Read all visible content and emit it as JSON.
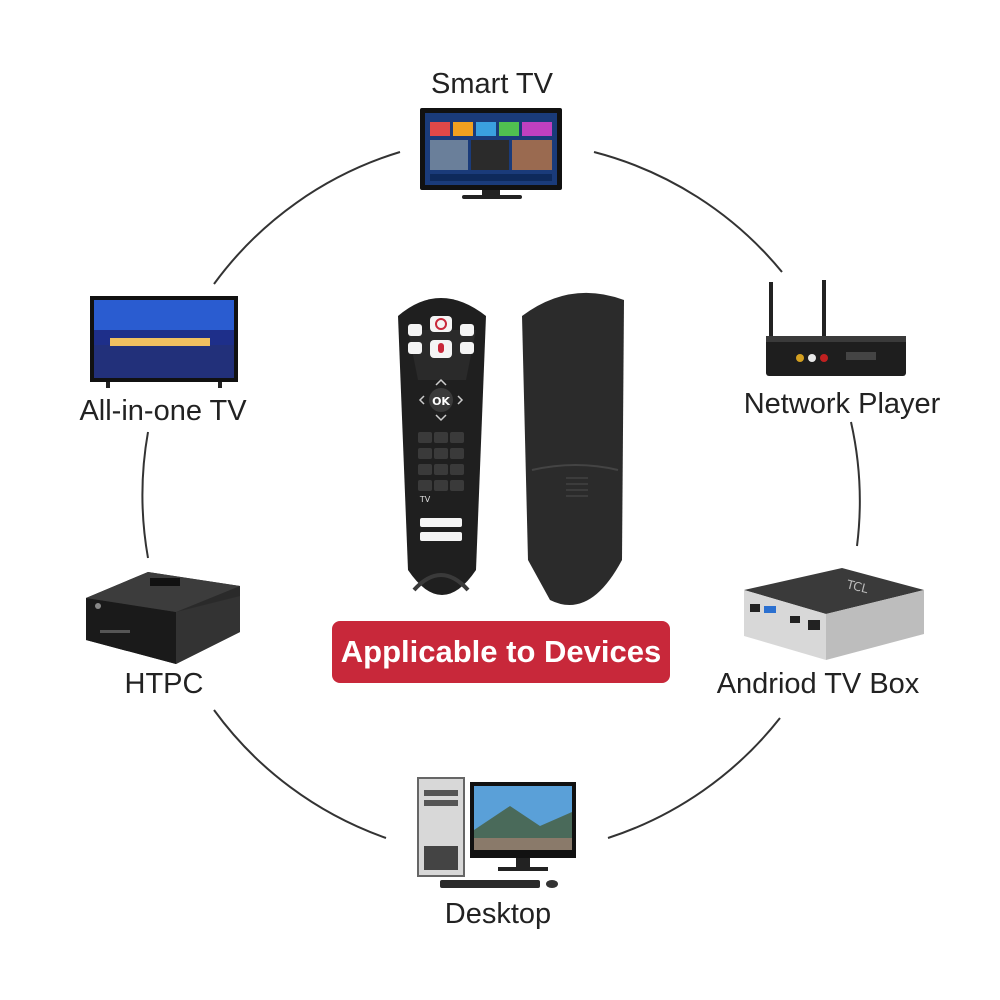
{
  "devices": {
    "smart_tv": {
      "label": "Smart TV",
      "icon": "smart-tv-icon"
    },
    "network_player": {
      "label": "Network Player",
      "icon": "network-player-icon"
    },
    "android_box": {
      "label": "Andriod TV Box",
      "icon": "android-tv-box-icon",
      "brand_mark": "TCL"
    },
    "desktop": {
      "label": "Desktop",
      "icon": "desktop-computer-icon"
    },
    "htpc": {
      "label": "HTPC",
      "icon": "htpc-case-icon"
    },
    "all_in_one": {
      "label": "All-in-one TV",
      "icon": "all-in-one-tv-icon"
    }
  },
  "remote": {
    "ok_label": "OK",
    "tv_key": "TV"
  },
  "badge": {
    "text": "Applicable to Devices"
  },
  "colors": {
    "accent": "#c8283a",
    "ring": "#333333",
    "remote_body": "#2b2b2b"
  }
}
